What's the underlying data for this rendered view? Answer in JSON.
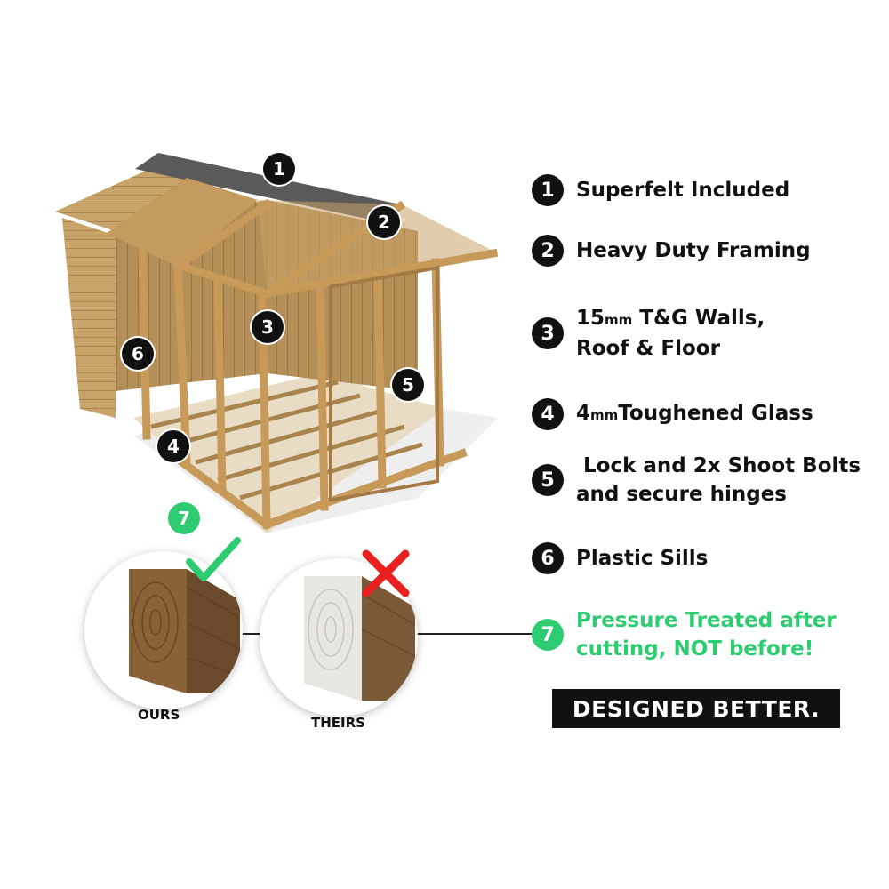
{
  "features": [
    {
      "num": "1",
      "text": "Superfelt Included"
    },
    {
      "num": "2",
      "text": "Heavy Duty Framing"
    },
    {
      "num": "3",
      "line1_num": "15",
      "line1_unit": "mm",
      "line1_rest": " T&G Walls,",
      "line2": "Roof & Floor"
    },
    {
      "num": "4",
      "num_value": "4",
      "unit": "mm",
      "rest": "Toughened Glass"
    },
    {
      "num": "5",
      "line1": " Lock and 2x Shoot Bolts",
      "line2": "and secure hinges"
    },
    {
      "num": "6",
      "text": "Plastic Sills"
    },
    {
      "num": "7",
      "line1": "Pressure Treated after",
      "line2": "cutting, NOT before!"
    }
  ],
  "banner": "DESIGNED BETTER.",
  "comparison": {
    "ours_label": "OURS",
    "theirs_label": "THEIRS"
  },
  "callouts": [
    "1",
    "2",
    "3",
    "4",
    "5",
    "6",
    "7"
  ],
  "colors": {
    "accent_green": "#2ecc71",
    "badge_dark": "#111111",
    "wood": "#c9a46a",
    "wood_dark": "#7a5a34"
  },
  "icons": {
    "ours_mark": "check-mark-icon",
    "theirs_mark": "cross-mark-icon"
  }
}
